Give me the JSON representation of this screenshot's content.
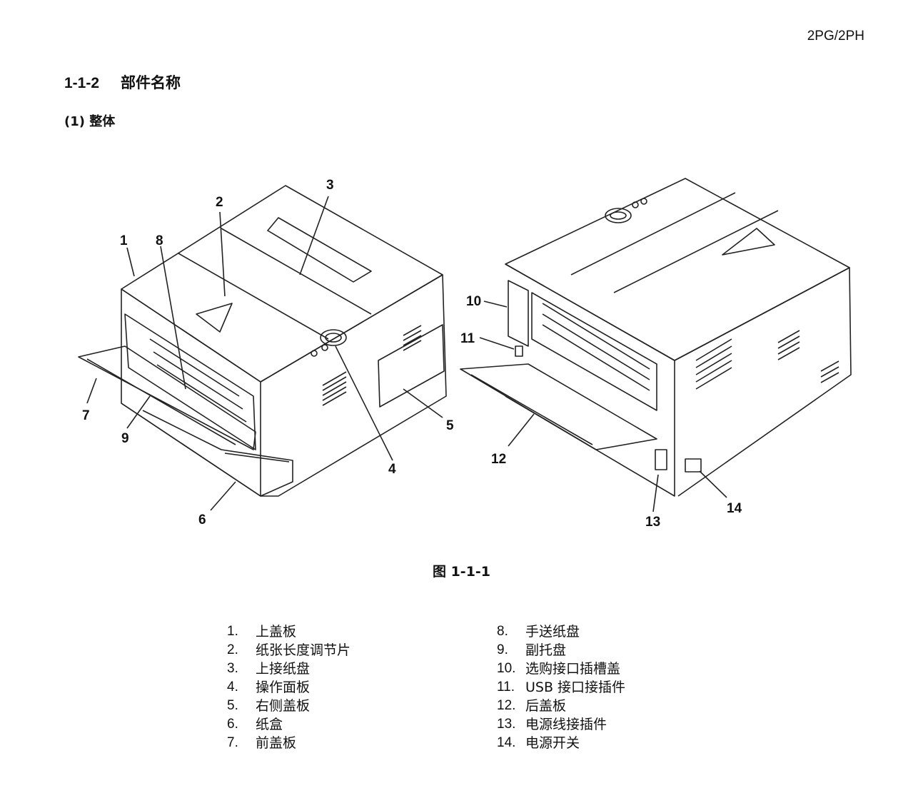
{
  "header": {
    "model": "2PG/2PH"
  },
  "section": {
    "number": "1-1-2",
    "title": "部件名称"
  },
  "subsection": {
    "title": "(1) 整体"
  },
  "figure": {
    "caption": "图 1-1-1",
    "callouts": [
      "1",
      "2",
      "3",
      "4",
      "5",
      "6",
      "7",
      "8",
      "9",
      "10",
      "11",
      "12",
      "13",
      "14"
    ]
  },
  "parts": [
    {
      "num": "1.",
      "name": "上盖板"
    },
    {
      "num": "2.",
      "name": "纸张长度调节片"
    },
    {
      "num": "3.",
      "name": "上接纸盘"
    },
    {
      "num": "4.",
      "name": "操作面板"
    },
    {
      "num": "5.",
      "name": "右侧盖板"
    },
    {
      "num": "6.",
      "name": "纸盒"
    },
    {
      "num": "7.",
      "name": "前盖板"
    },
    {
      "num": "8.",
      "name": "手送纸盘"
    },
    {
      "num": "9.",
      "name": "副托盘"
    },
    {
      "num": "10.",
      "name": "选购接口插槽盖"
    },
    {
      "num": "11.",
      "name": "USB 接口接插件"
    },
    {
      "num": "12.",
      "name": "后盖板"
    },
    {
      "num": "13.",
      "name": "电源线接插件"
    },
    {
      "num": "14.",
      "name": "电源开关"
    }
  ]
}
